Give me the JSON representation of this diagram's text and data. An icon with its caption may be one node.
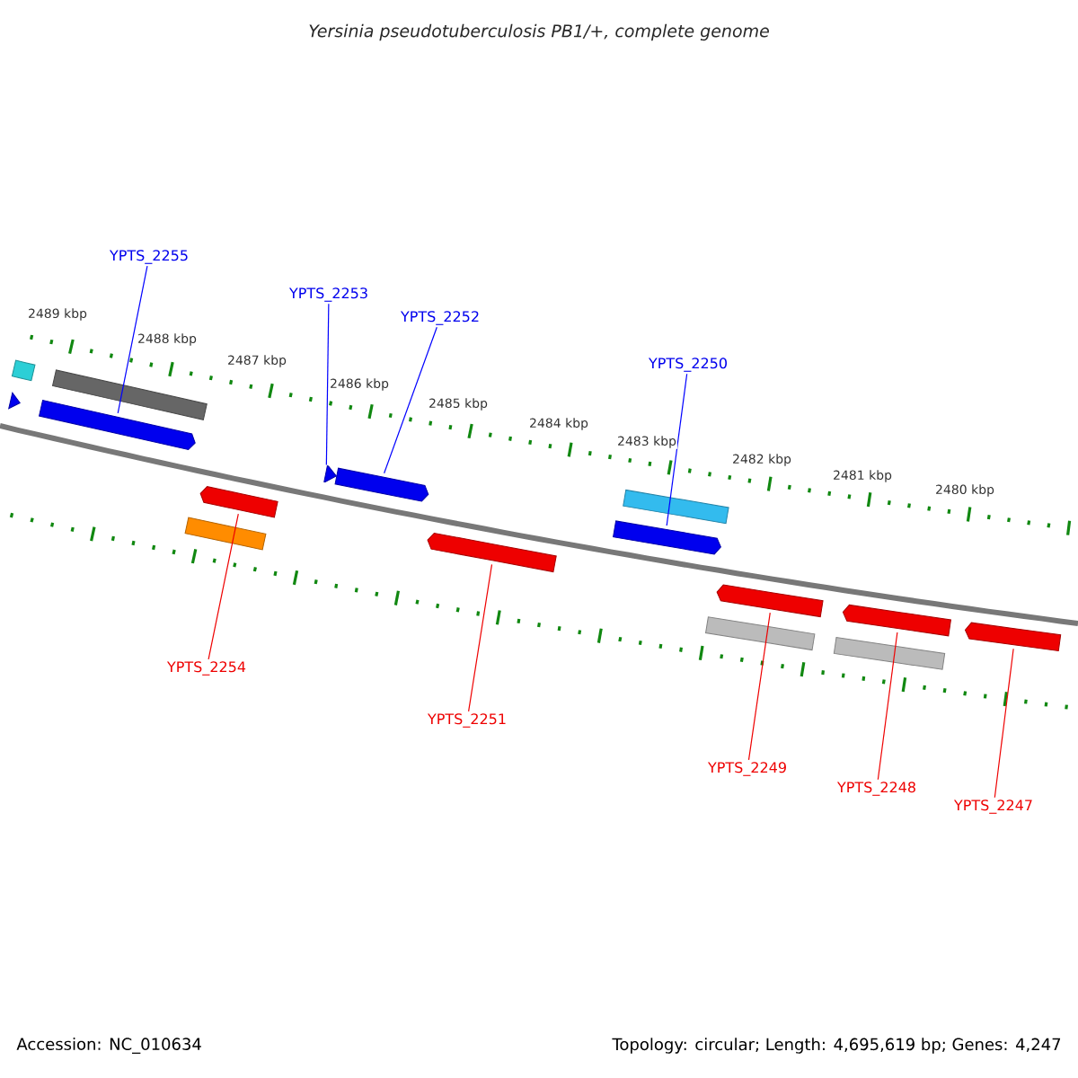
{
  "diagram": {
    "title": "Yersinia pseudotuberculosis PB1/+, complete genome",
    "nodes": [
      {
        "text": [],
        "shape": "bar"
      },
      {
        "text": [],
        "shape": "bar"
      },
      {
        "text": [],
        "shape": "bar"
      },
      {
        "text": [],
        "shape": "bar"
      },
      {
        "text": [],
        "shape": "bar"
      },
      {
        "text": [],
        "shape": "bar"
      },
      {
        "text": [],
        "shape": "bar"
      },
      {
        "text": [],
        "shape": "bar"
      },
      {
        "text": [],
        "shape": "bar"
      },
      {
        "text": [],
        "shape": "bar"
      },
      {
        "text": [],
        "shape": "bar"
      },
      {
        "text": [],
        "shape": "bar"
      },
      {
        "text": [],
        "shape": "bar"
      },
      {
        "text": [],
        "shape": "bar"
      },
      {
        "text": [],
        "shape": "bar"
      },
      {
        "text": [],
        "shape": "bar"
      },
      {
        "text": [
          "YPTS_2255"
        ]
      },
      {
        "text": [
          "YPTS_2253"
        ]
      },
      {
        "text": [
          "YPTS_2252"
        ]
      },
      {
        "text": [
          "YPTS_2250"
        ]
      },
      {
        "text": [
          "YPTS_2254"
        ]
      },
      {
        "text": [
          "YPTS_2251"
        ]
      },
      {
        "text": [
          "YPTS_2249"
        ]
      },
      {
        "text": [
          "YPTS_2248"
        ]
      },
      {
        "text": [
          "YPTS_2247"
        ]
      }
    ],
    "edges": [
      {
        "from": 16,
        "to": 2,
        "arrow": "none",
        "color": "#0000ff"
      },
      {
        "from": 17,
        "to": 6,
        "arrow": "none",
        "color": "#0000ff"
      },
      {
        "from": 18,
        "to": 7,
        "arrow": "none",
        "color": "#0000ff"
      },
      {
        "from": 19,
        "to": 9,
        "arrow": "none",
        "color": "#0000ff"
      },
      {
        "from": 20,
        "to": 5,
        "arrow": "none"
      },
      {
        "from": 21,
        "to": 8,
        "arrow": "none"
      },
      {
        "from": 22,
        "to": 12,
        "arrow": "none"
      },
      {
        "from": 23,
        "to": 14,
        "arrow": "none"
      },
      {
        "from": 24,
        "to": 15,
        "arrow": "none"
      }
    ],
    "labels": [
      "2489 kbp",
      "2488 kbp",
      "2487 kbp",
      "2486 kbp",
      "2485 kbp",
      "2484 kbp",
      "2483 kbp",
      "2482 kbp",
      "2481 kbp",
      "2480 kbp",
      "Accession: NC_010634",
      "Topology: circular; Length: 4,695,619 bp; Genes: 4,247"
    ]
  }
}
